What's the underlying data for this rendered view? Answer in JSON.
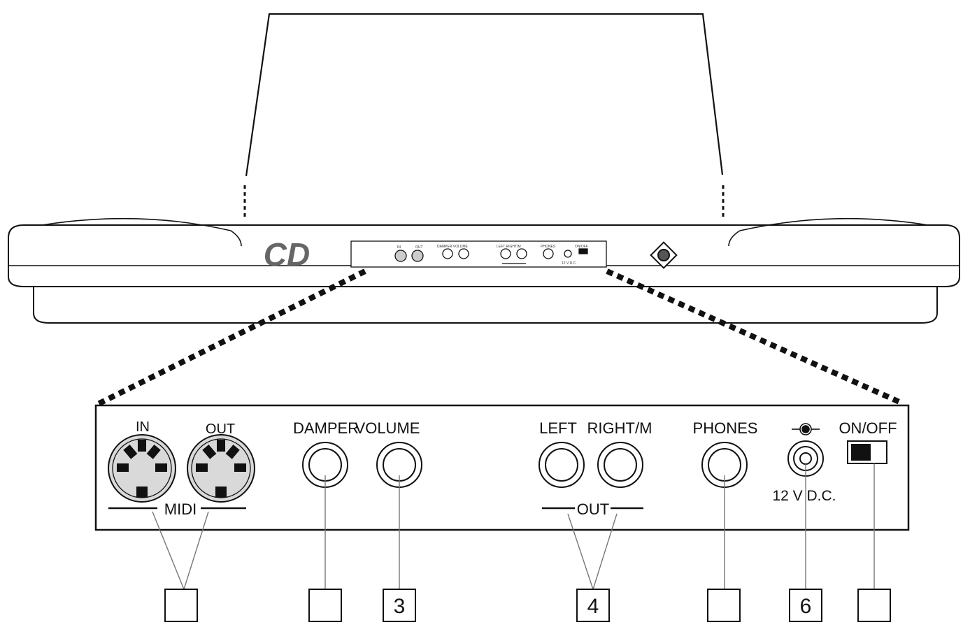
{
  "keyboard": {
    "logo": "CD"
  },
  "panel": {
    "midi_in": "IN",
    "midi_out": "OUT",
    "midi": "MIDI",
    "damper": "DAMPER",
    "volume": "VOLUME",
    "left": "LEFT",
    "right": "RIGHT/M",
    "out": "OUT",
    "phones": "PHONES",
    "dc": "12 V D.C.",
    "onoff": "ON/OFF"
  },
  "callouts": {
    "midi": "",
    "damper": "",
    "volume": "3",
    "output": "4",
    "phones": "",
    "dc": "6",
    "power": ""
  },
  "colors": {
    "line": "#111111",
    "jack_fill": "#d9d9d9",
    "logo": "#666666"
  }
}
